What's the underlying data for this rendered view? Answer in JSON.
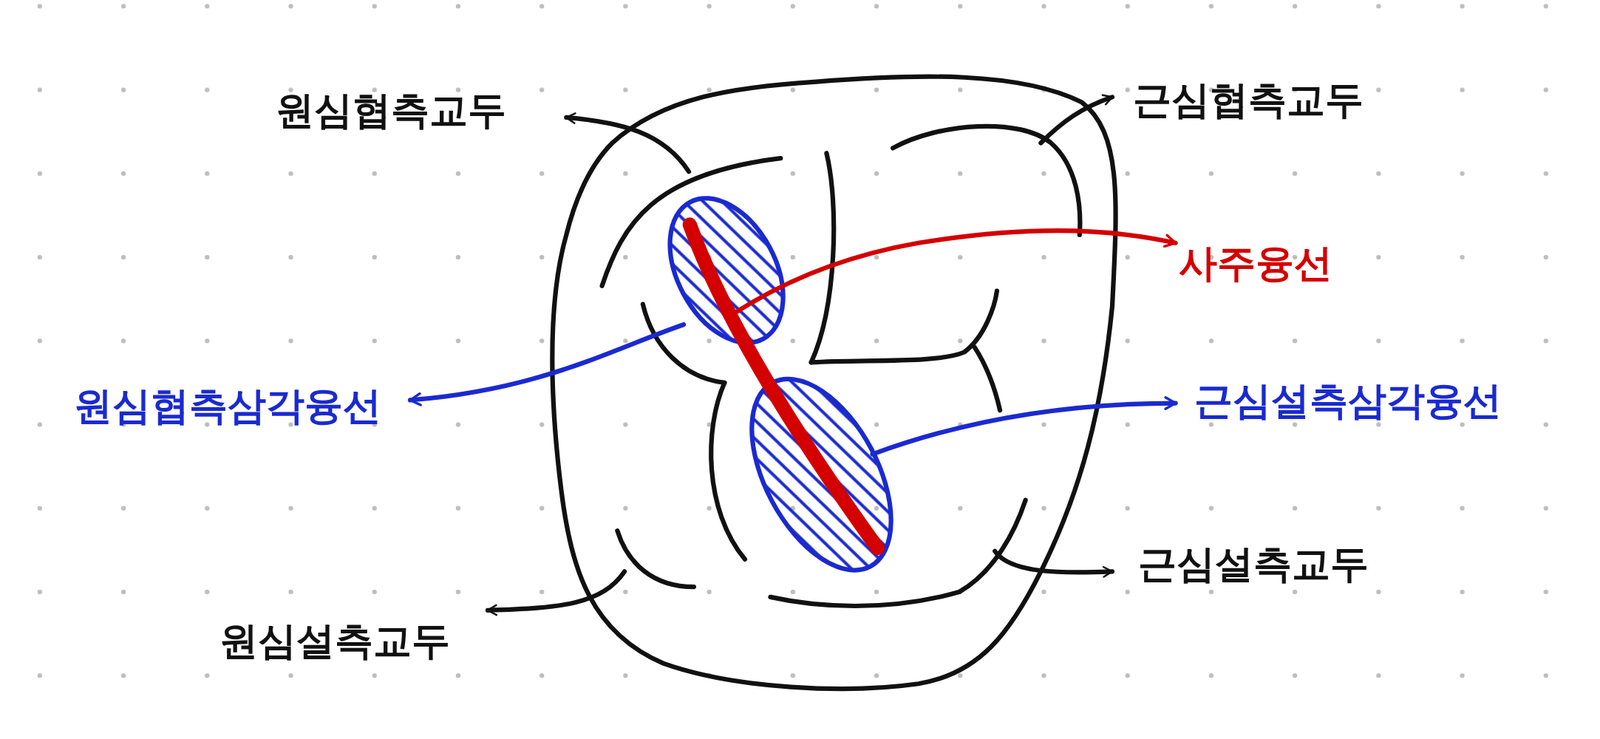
{
  "diagram": {
    "labels": [
      "원심협측교두",
      "근심협측교두",
      "사주융선",
      "원심협측삼각융선",
      "근심설측삼각융선",
      "근심설측교두",
      "원심설측교두"
    ]
  }
}
